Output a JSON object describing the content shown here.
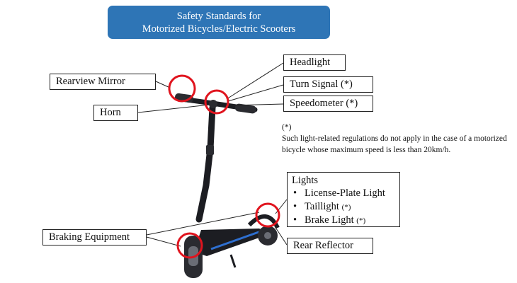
{
  "title": {
    "line1": "Safety Standards for",
    "line2": "Motorized Bicycles/Electric Scooters"
  },
  "labels": {
    "rearview_mirror": "Rearview Mirror",
    "horn": "Horn",
    "headlight": "Headlight",
    "turn_signal": "Turn Signal (*)",
    "speedometer": "Speedometer (*)",
    "braking_equipment": "Braking Equipment",
    "rear_reflector": "Rear Reflector"
  },
  "lights": {
    "heading": "Lights",
    "items": [
      {
        "text": "License-Plate Light",
        "marker": ""
      },
      {
        "text": "Taillight ",
        "marker": "(*)"
      },
      {
        "text": "Brake Light ",
        "marker": "(*)"
      }
    ]
  },
  "note": {
    "marker": "(*)",
    "text": "Such light-related regulations do not apply in the case of a motorized bicycle whose maximum speed is less than 20km/h."
  },
  "colors": {
    "title_background": "#2e75b6",
    "highlight_circle": "#e0141e",
    "scooter_body": "#1c1d22",
    "scooter_accent": "#2e6fd0"
  }
}
